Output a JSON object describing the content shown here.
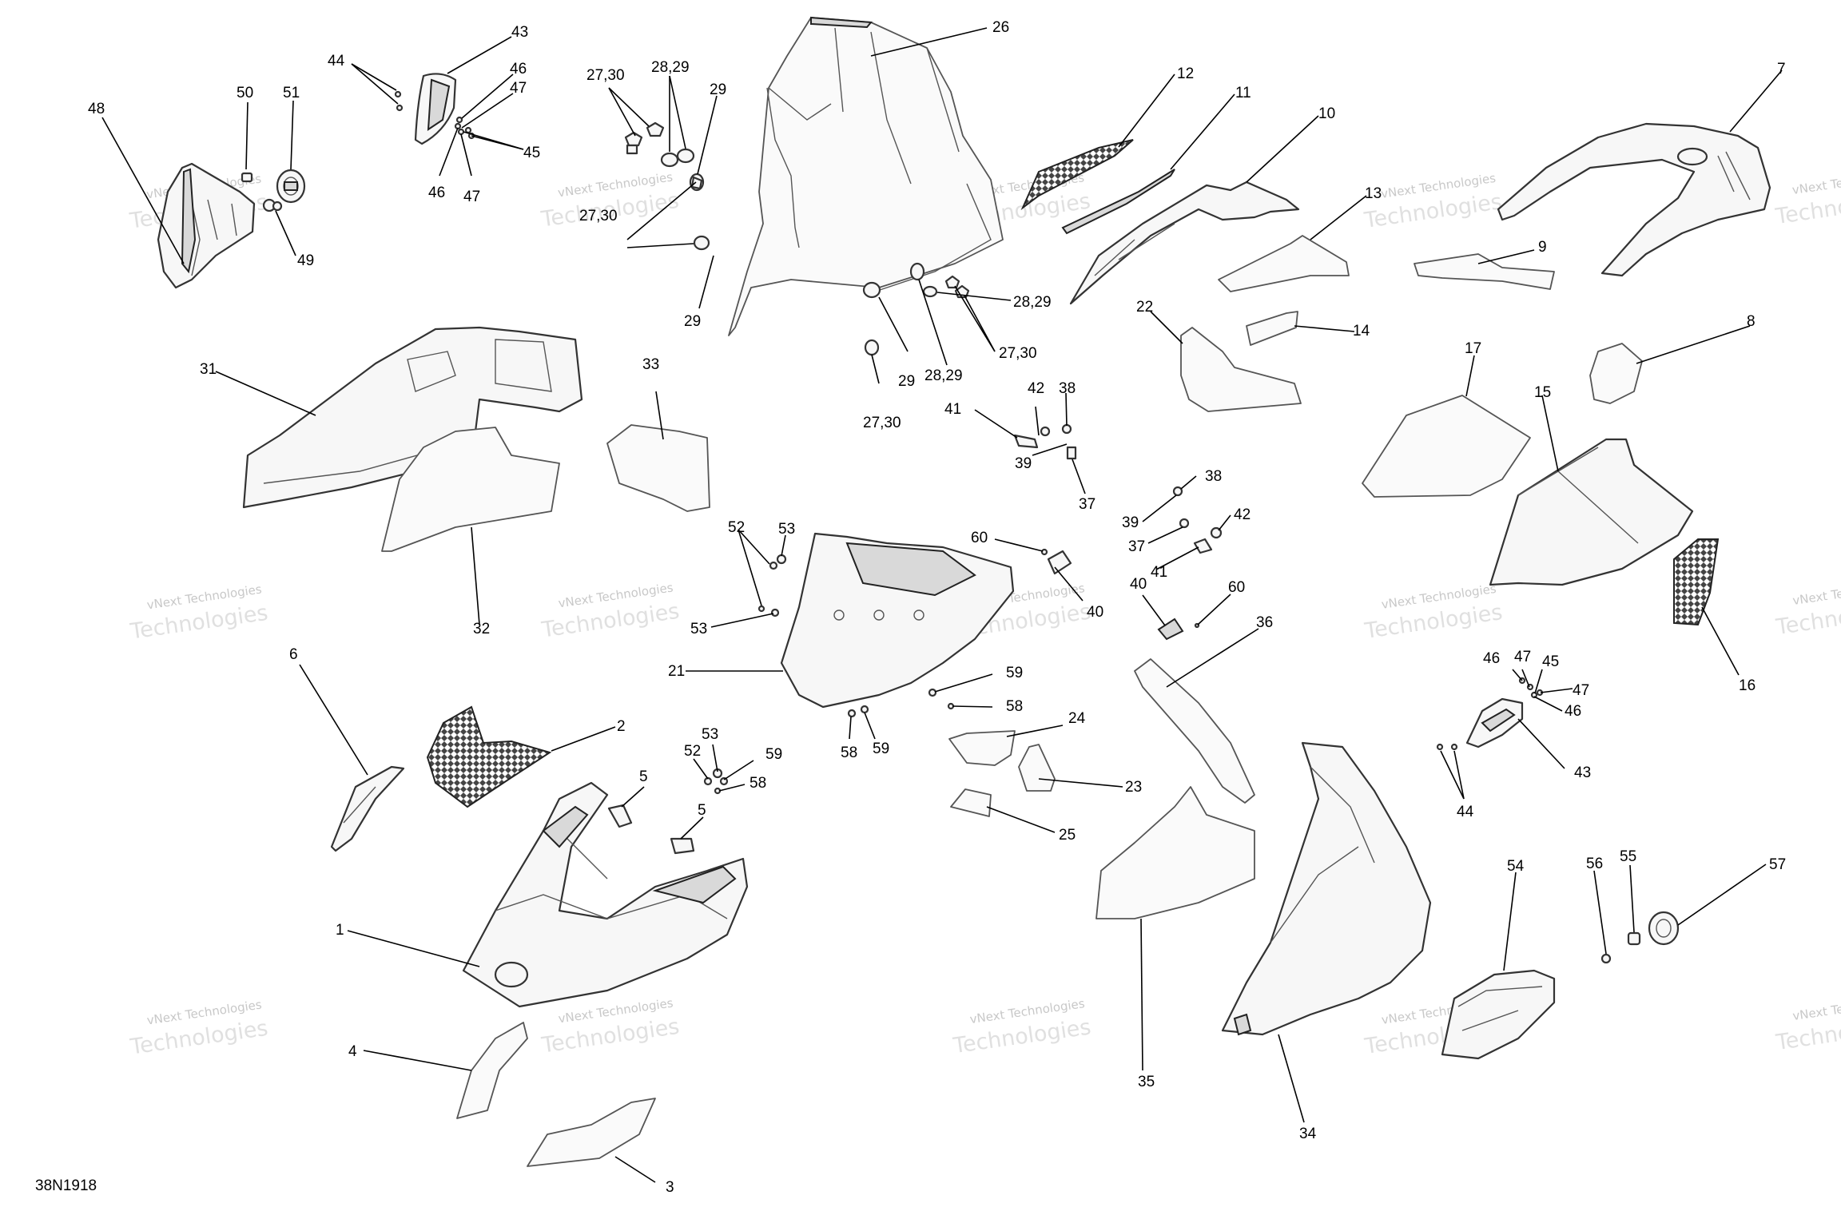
{
  "diagram_code": "38N1918",
  "watermark": {
    "line1": "vNext Technologies",
    "line2": "Technologies"
  },
  "callouts": {
    "c1": "1",
    "c2": "2",
    "c3": "3",
    "c4": "4",
    "c5a": "5",
    "c5b": "5",
    "c6": "6",
    "c7": "7",
    "c8": "8",
    "c9": "9",
    "c10": "10",
    "c11": "11",
    "c12": "12",
    "c13": "13",
    "c14": "14",
    "c15": "15",
    "c16": "16",
    "c17": "17",
    "c21": "21",
    "c22": "22",
    "c23": "23",
    "c24": "24",
    "c25": "25",
    "c26": "26",
    "c2730a": "27,30",
    "c2730b": "27,30",
    "c2730c": "27,30",
    "c2730d": "27,30",
    "c2829a": "28,29",
    "c2829b": "28,29",
    "c2829c": "28,29",
    "c29a": "29",
    "c29b": "29",
    "c29c": "29",
    "c31": "31",
    "c32": "32",
    "c33": "33",
    "c34": "34",
    "c35": "35",
    "c36": "36",
    "c37a": "37",
    "c37b": "37",
    "c38a": "38",
    "c38b": "38",
    "c39a": "39",
    "c39b": "39",
    "c40a": "40",
    "c40b": "40",
    "c41a": "41",
    "c41b": "41",
    "c42a": "42",
    "c42b": "42",
    "c43a": "43",
    "c43b": "43",
    "c44a": "44",
    "c44b": "44",
    "c45a": "45",
    "c45b": "45",
    "c46a": "46",
    "c46b": "46",
    "c46c": "46",
    "c47a": "47",
    "c47b": "47",
    "c47c": "47",
    "c48": "48",
    "c49": "49",
    "c50": "50",
    "c51": "51",
    "c52a": "52",
    "c52b": "52",
    "c53a": "53",
    "c53b": "53",
    "c53c": "53",
    "c54": "54",
    "c55": "55",
    "c56": "56",
    "c57": "57",
    "c58a": "58",
    "c58b": "58",
    "c58c": "58",
    "c59a": "59",
    "c59b": "59",
    "c59c": "59",
    "c60a": "60",
    "c60b": "60"
  }
}
